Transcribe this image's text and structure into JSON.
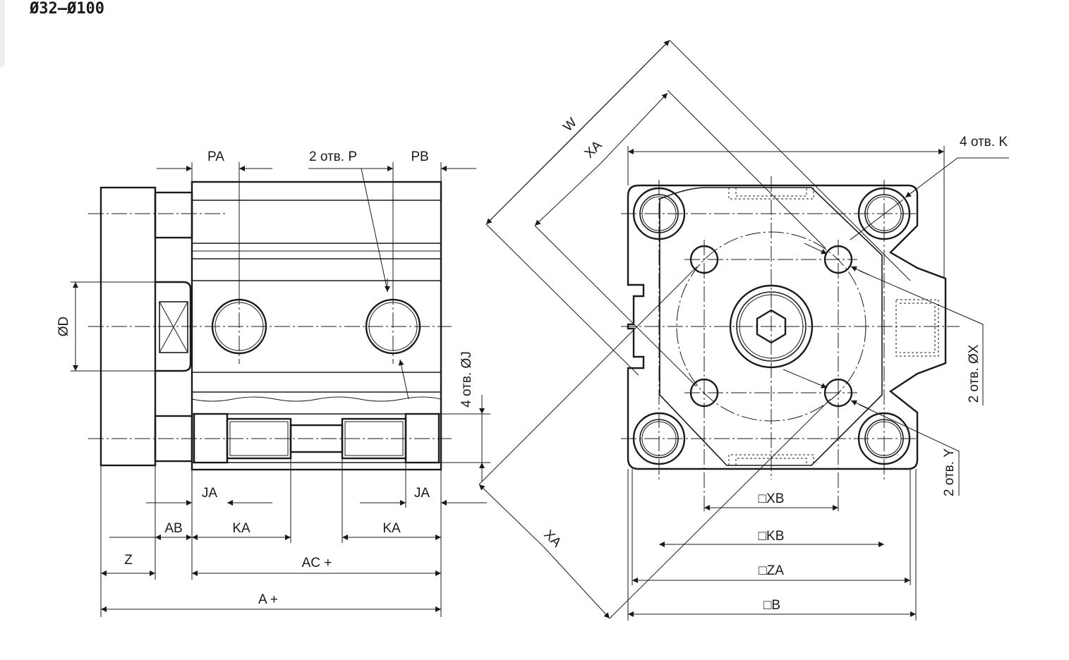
{
  "title": "Ø32–Ø100",
  "side_view": {
    "pa": "PA",
    "pb": "PB",
    "p_holes": "2 отв. P",
    "od": "ØD",
    "j_holes": "4 отв. ØJ",
    "ja_left": "JA",
    "ja_right": "JA",
    "ab": "AB",
    "ka_left": "KA",
    "ka_right": "KA",
    "z": "Z",
    "ac": "AC +",
    "a": "A +"
  },
  "front_view": {
    "w": "W",
    "xa_top": "XA",
    "xa_bottom": "XA",
    "k_holes": "4 отв. K",
    "x_holes": "2 отв. ØX",
    "y_holes": "2 отв. Y",
    "xb": "□XB",
    "kb": "□KB",
    "za": "□ZA",
    "b": "□B"
  }
}
